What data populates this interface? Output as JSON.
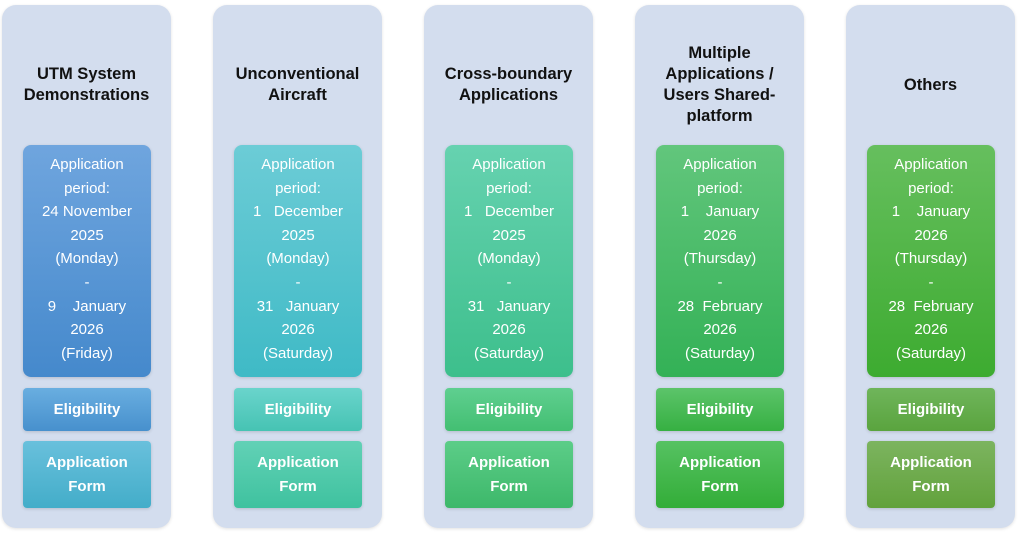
{
  "columns": [
    {
      "title": "UTM System Demonstrations",
      "period": [
        "Application",
        "period:",
        "24 November",
        "2025",
        "(Monday)",
        "-",
        "9    January",
        "2026",
        "(Friday)"
      ],
      "eligibility": "Eligibility",
      "form": "Application Form",
      "colors": {
        "period": [
          "#6fa5de",
          "#4589cc"
        ],
        "elig": [
          "#69aee0",
          "#4790cd"
        ],
        "form": [
          "#69c0dc",
          "#43adc9"
        ]
      }
    },
    {
      "title": "Unconventional Aircraft",
      "period": [
        "Application",
        "period:",
        "1   December",
        "2025",
        "(Monday)",
        "-",
        "31   January",
        "2026",
        "(Saturday)"
      ],
      "eligibility": "Eligibility",
      "form": "Application Form",
      "colors": {
        "period": [
          "#6cccd6",
          "#3fbac6"
        ],
        "elig": [
          "#6ad4cc",
          "#46c3b3"
        ],
        "form": [
          "#62d1b6",
          "#3fc29f"
        ]
      }
    },
    {
      "title": "Cross-boundary Applications",
      "period": [
        "Application",
        "period:",
        "1   December",
        "2025",
        "(Monday)",
        "-",
        "31   January",
        "2026",
        "(Saturday)"
      ],
      "eligibility": "Eligibility",
      "form": "Application Form",
      "colors": {
        "period": [
          "#66d2b0",
          "#3dbf8c"
        ],
        "elig": [
          "#5fcf90",
          "#43bf72"
        ],
        "form": [
          "#5ccd88",
          "#3db86a"
        ]
      }
    },
    {
      "title": "Multiple Applications / Users Shared-platform",
      "period": [
        "Application",
        "period:",
        "1    January",
        "2026",
        "(Thursday)",
        "-",
        "28  February",
        "2026",
        "(Saturday)"
      ],
      "eligibility": "Eligibility",
      "form": "Application Form",
      "colors": {
        "period": [
          "#62c67c",
          "#33b156"
        ],
        "elig": [
          "#5cc46a",
          "#36b042"
        ],
        "form": [
          "#56c262",
          "#33ad38"
        ]
      }
    },
    {
      "title": "Others",
      "period": [
        "Application",
        "period:",
        "1    January",
        "2026",
        "(Thursday)",
        "-",
        "28  February",
        "2026",
        "(Saturday)"
      ],
      "eligibility": "Eligibility",
      "form": "Application Form",
      "colors": {
        "period": [
          "#66bf5e",
          "#3dab30"
        ],
        "elig": [
          "#6fb55b",
          "#5aa43e"
        ],
        "form": [
          "#7cb45f",
          "#62a23c"
        ]
      }
    }
  ]
}
